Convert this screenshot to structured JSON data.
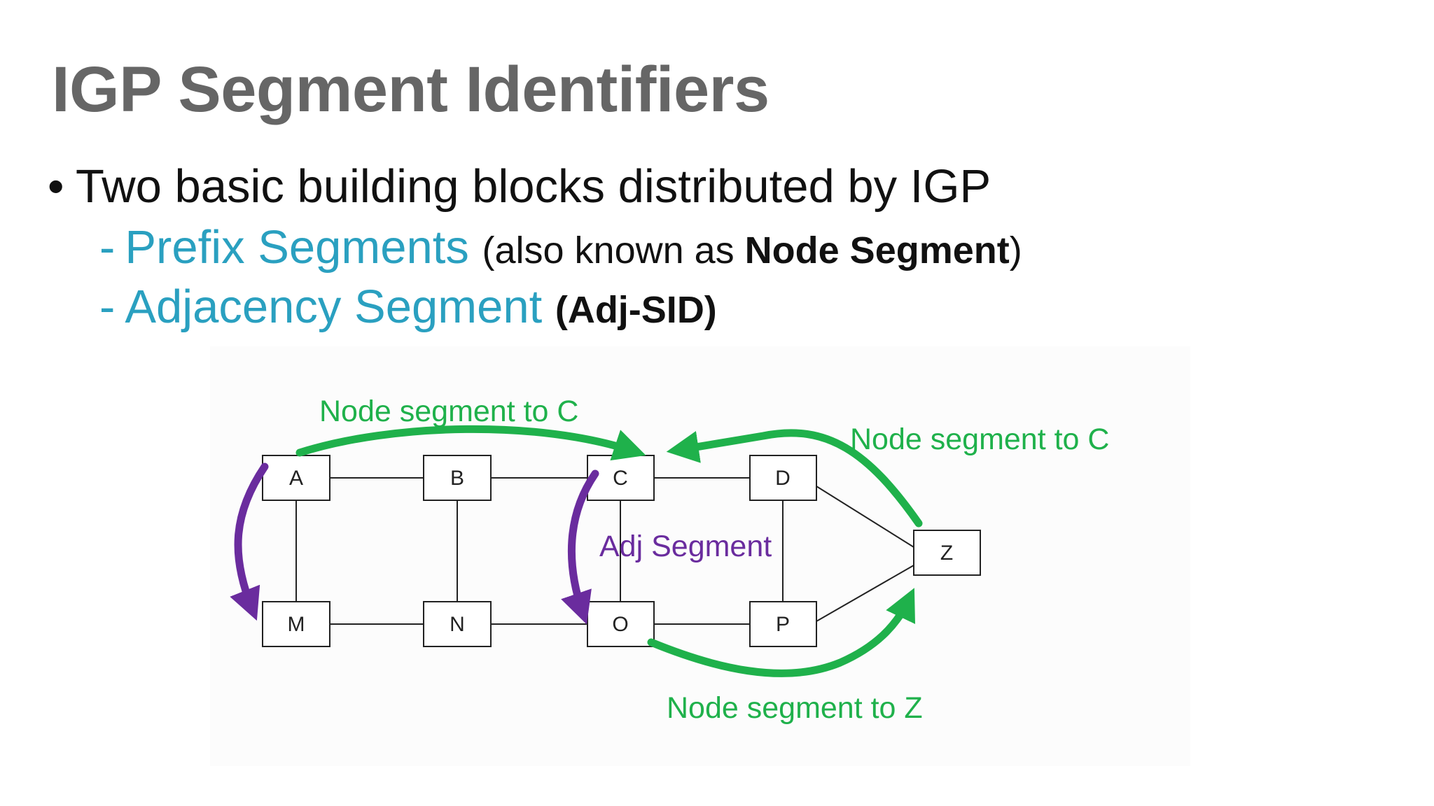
{
  "slide": {
    "title": "IGP Segment Identifiers",
    "bullet": "Two basic building blocks distributed by IGP",
    "sub_items": [
      {
        "dash": "-",
        "label": "Prefix Segments",
        "note_open": "(also known as ",
        "note_bold": "Node Segment",
        "note_close": ")"
      },
      {
        "dash": "-",
        "label": "Adjacency Segment",
        "note_bold": "(Adj-SID)"
      }
    ]
  },
  "colors": {
    "title": "#666666",
    "accent_blue": "#2aa0c0",
    "node_segment_green": "#1fb14b",
    "adj_segment_purple": "#6a2c9e"
  },
  "diagram": {
    "nodes": [
      "A",
      "B",
      "C",
      "D",
      "M",
      "N",
      "O",
      "P",
      "Z"
    ],
    "links": [
      [
        "A",
        "B"
      ],
      [
        "B",
        "C"
      ],
      [
        "C",
        "D"
      ],
      [
        "A",
        "M"
      ],
      [
        "B",
        "N"
      ],
      [
        "C",
        "O"
      ],
      [
        "D",
        "P"
      ],
      [
        "M",
        "N"
      ],
      [
        "N",
        "O"
      ],
      [
        "O",
        "P"
      ],
      [
        "D",
        "Z"
      ],
      [
        "P",
        "Z"
      ]
    ],
    "labels": {
      "node_to_c_top": "Node segment to C",
      "node_to_c_right": "Node segment to C",
      "adj_segment": "Adj Segment",
      "node_to_z": "Node segment to Z"
    }
  }
}
